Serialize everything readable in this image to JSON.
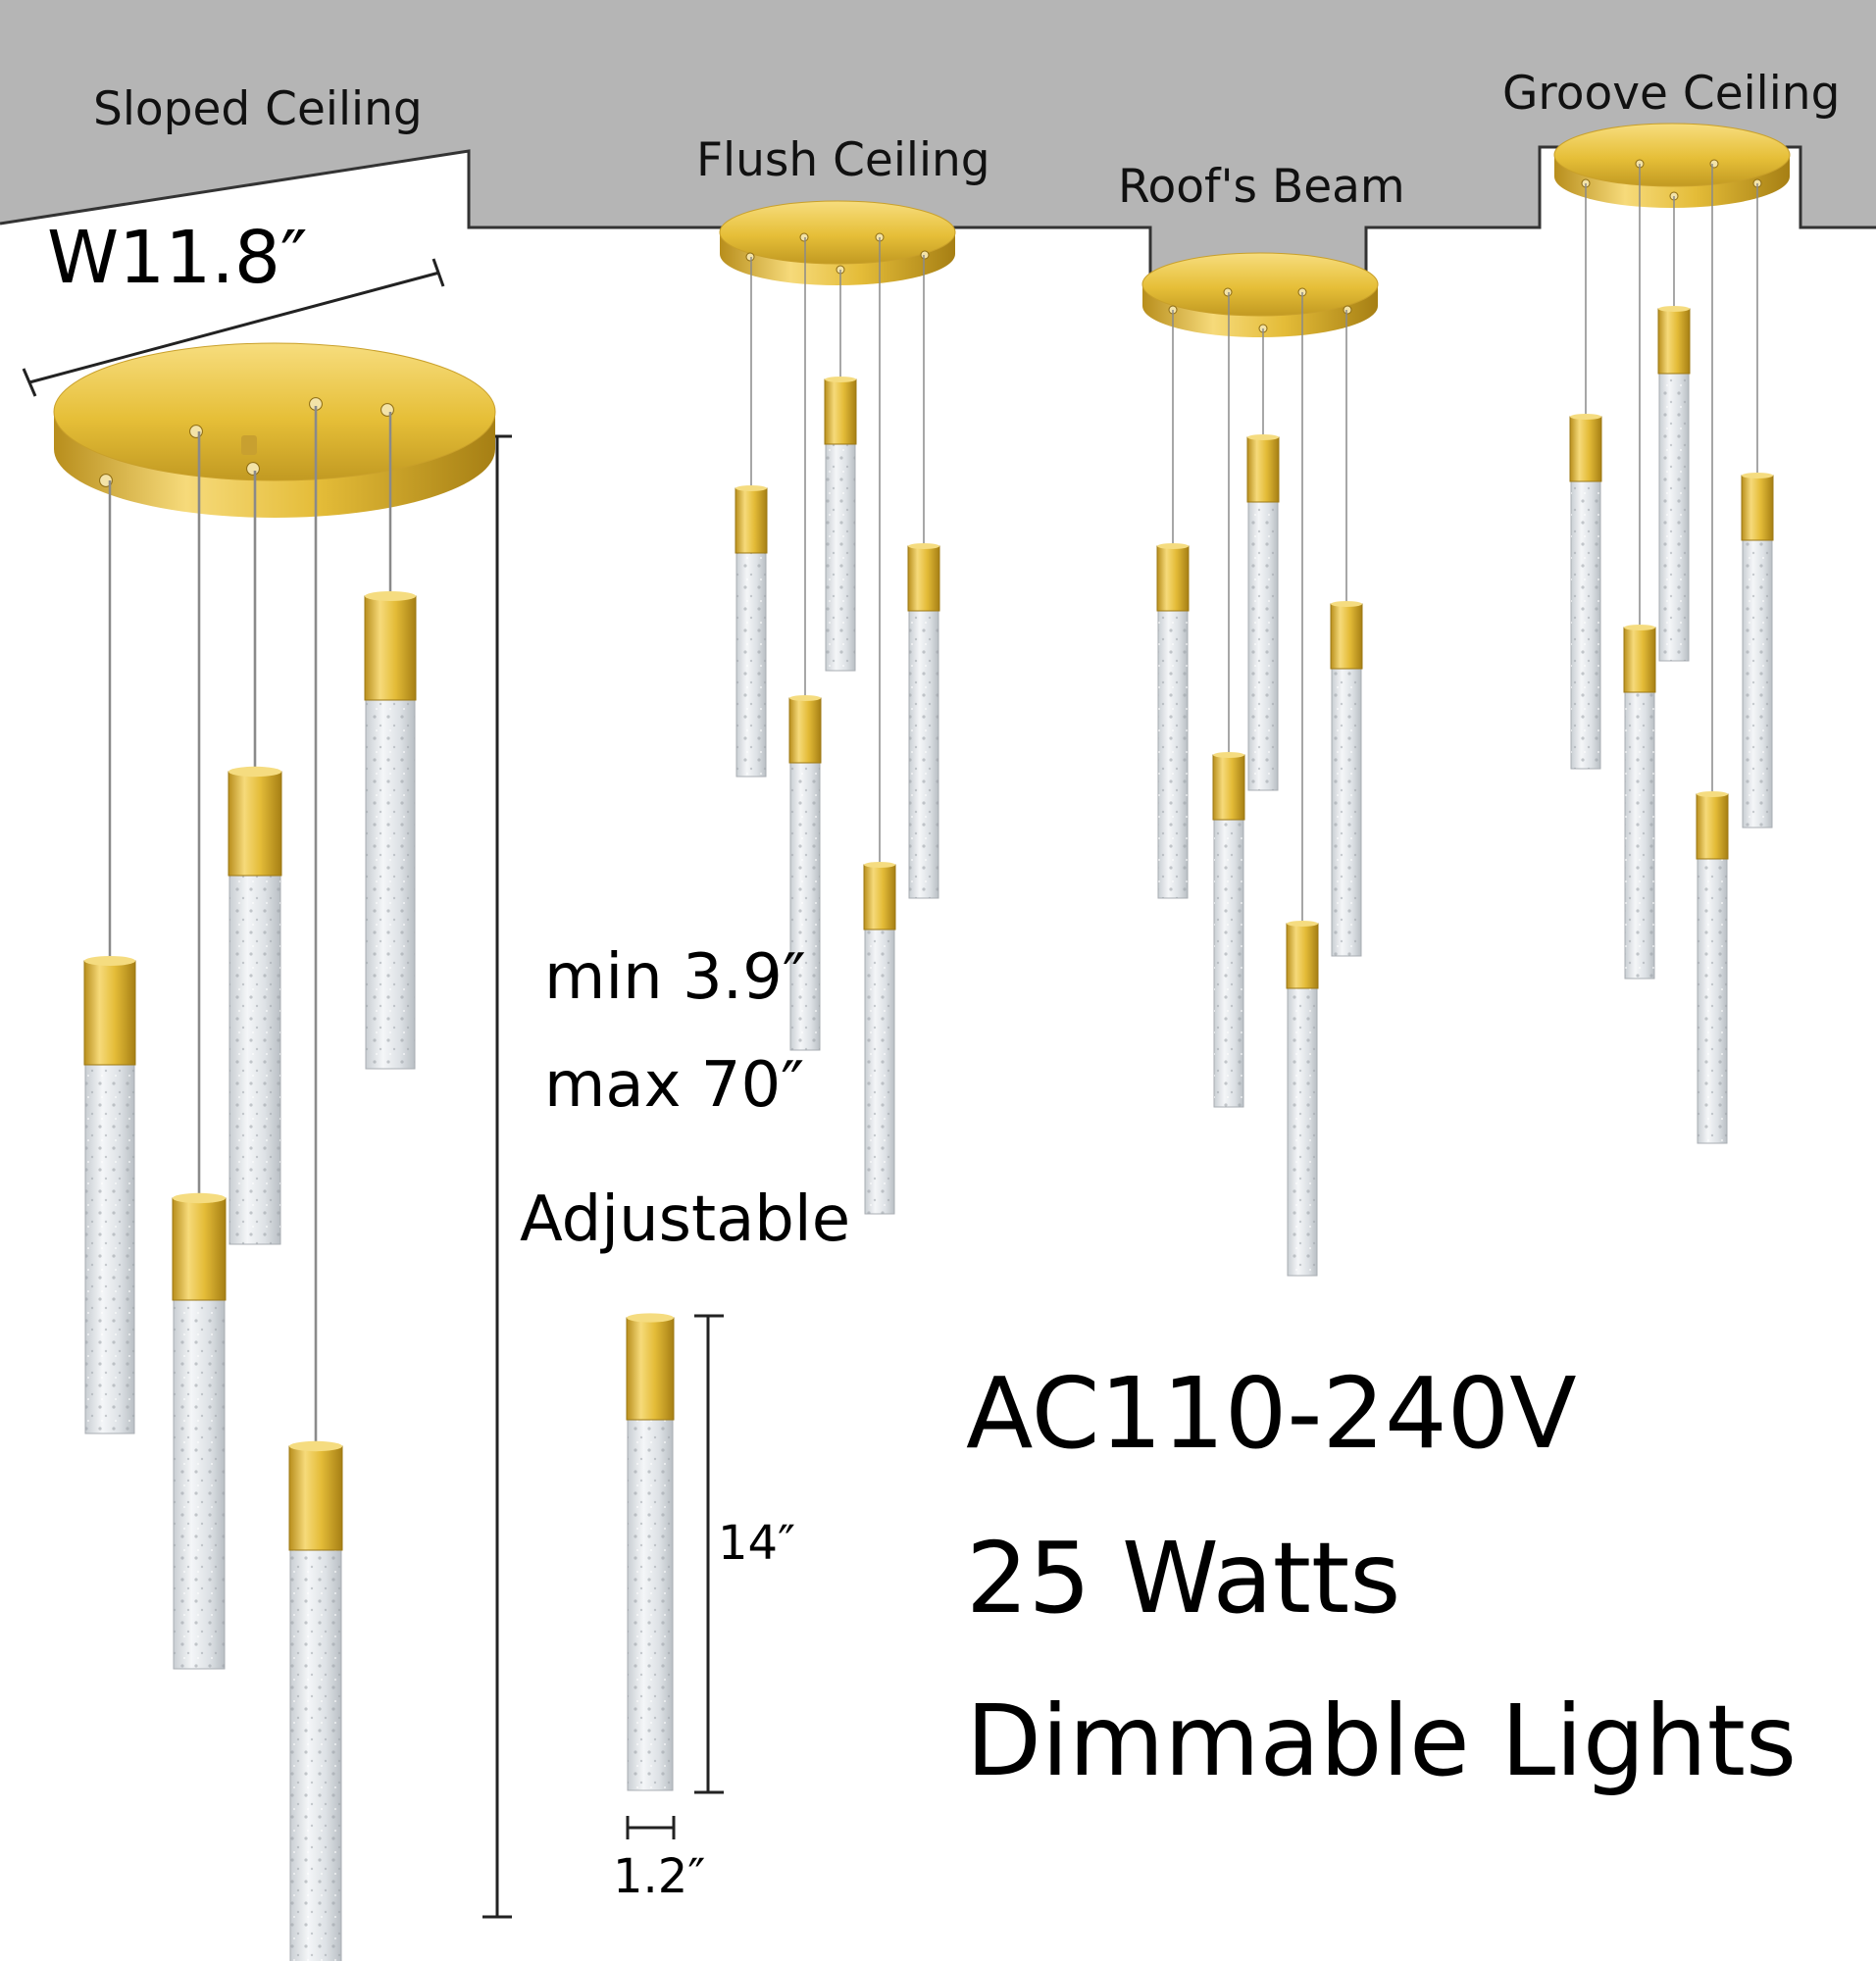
{
  "colors": {
    "ceiling": "#b5b5b5",
    "ceiling_edge": "#333333",
    "gold": "#e9c23a",
    "gold_dark": "#b8901c",
    "gold_light": "#f8e08a",
    "crystal": "#e6e9ec",
    "crystal_edge": "#a9aeb3",
    "wire": "#8a8a8a",
    "dimension_line": "#222222"
  },
  "ceiling_types": {
    "sloped": "Sloped Ceiling",
    "flush": "Flush Ceiling",
    "beam": "Roof's Beam",
    "groove": "Groove Ceiling"
  },
  "dimensions": {
    "width": "W11.8″",
    "cord_min": "min 3.9″",
    "cord_max": "max 70″",
    "cord_note": "Adjustable",
    "tube_length": "14″",
    "tube_diameter": "1.2″"
  },
  "specs": {
    "voltage": "AC110-240V",
    "power": "25 Watts",
    "feature": "Dimmable Lights"
  }
}
